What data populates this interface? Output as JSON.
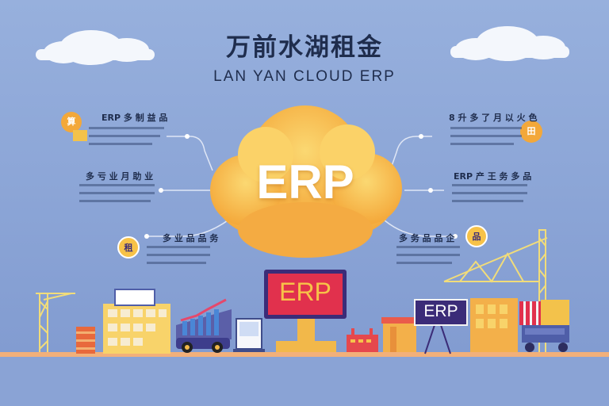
{
  "header": {
    "title": "万前水湖租金",
    "subtitle": "LAN YAN CLOUD ERP"
  },
  "cloud": {
    "label": "ERP"
  },
  "billboard": {
    "label": "ERP"
  },
  "sign": {
    "label": "ERP"
  },
  "features": [
    {
      "title": "ERP 多 制 益 品",
      "icon": "算"
    },
    {
      "title": "多 亏 业 月 助 业",
      "icon": ""
    },
    {
      "title": "多 业 品 品 务",
      "icon": "租"
    },
    {
      "title": "8 升 多 了 月 以 火 色",
      "icon": "田"
    },
    {
      "title": "ERP 产 王 务 多 品",
      "icon": ""
    },
    {
      "title": "多 务 品 品 企",
      "icon": "品"
    }
  ],
  "colors": {
    "background": "#8fa8d8",
    "cloud": "#f7c248",
    "accent": "#d8324a",
    "ground": "#f2b07a"
  }
}
